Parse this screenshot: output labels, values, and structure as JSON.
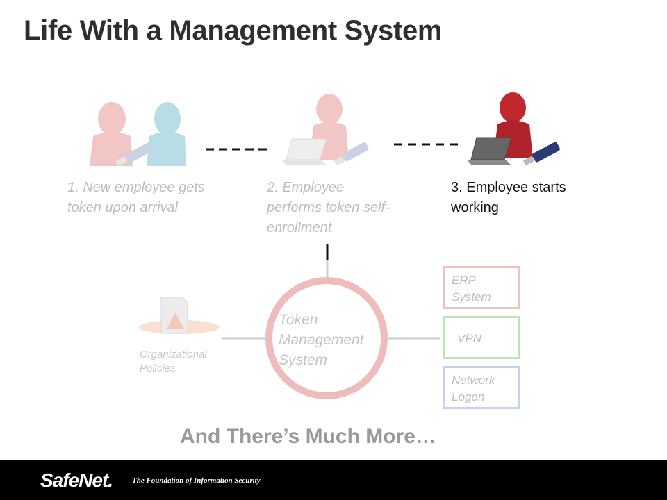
{
  "slide": {
    "title": "Life With a Management System",
    "steps": [
      {
        "label": "1. New employee gets token upon arrival"
      },
      {
        "label": "2. Employee performs token self-enrollment"
      },
      {
        "label": "3. Employee starts working"
      }
    ],
    "center": {
      "label": "Token Management System"
    },
    "left_node": {
      "label": "Organizational Policies"
    },
    "systems": [
      {
        "label": "ERP System"
      },
      {
        "label": "VPN"
      },
      {
        "label": "Network Logon"
      }
    ],
    "footer_text": "And There’s Much More…"
  },
  "brand": {
    "logo_text": "SafeNet.",
    "tagline": "The Foundation of Information Security"
  },
  "colors": {
    "faded_person_red": "#f1c6c4",
    "faded_person_blue": "#b9dde6",
    "active_person_red": "#c0282d",
    "ring": "#eebcbc",
    "erp_border": "#f2c0bf",
    "vpn_border": "#bfe3b4",
    "network_border": "#c4d4ee",
    "footer_bg": "#000000",
    "logo_ring": "#f0a21f"
  },
  "icons": [
    "person-icon",
    "usb-token-icon",
    "laptop-icon",
    "document-icon"
  ]
}
